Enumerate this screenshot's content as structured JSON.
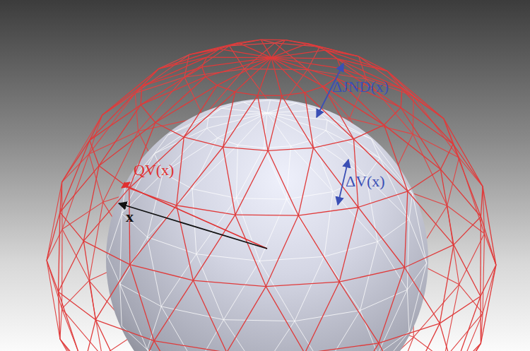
{
  "diagram": {
    "labels": [
      "ΔJND(x)",
      "ΔV(x)",
      "QV(x)",
      "x"
    ]
  }
}
